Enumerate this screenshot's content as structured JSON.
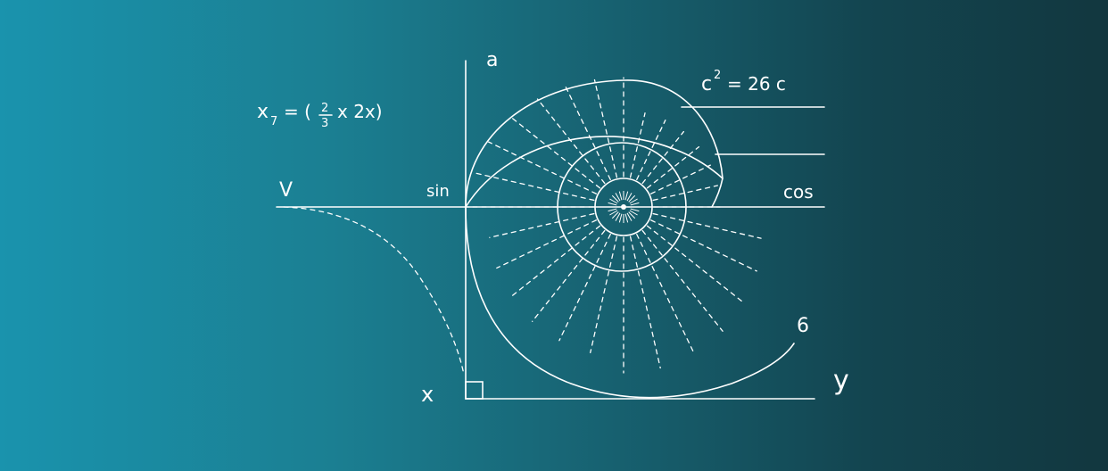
{
  "labels": {
    "axis_a": "a",
    "axis_y": "y",
    "axis_x": "x",
    "v": "V",
    "sin": "sin",
    "cos": "cos",
    "b": "6",
    "formula_left": "x",
    "formula_sub": "7",
    "formula_rest": "= (",
    "frac_num": "2",
    "frac_den": "3",
    "formula_tail": "x  2x)",
    "c2_base": "c",
    "c2_sup": "2",
    "c2_rest": "= 26 c"
  },
  "colors": {
    "line": "#ffffff",
    "bg_left": "#1a93ad",
    "bg_right": "#12373f"
  }
}
